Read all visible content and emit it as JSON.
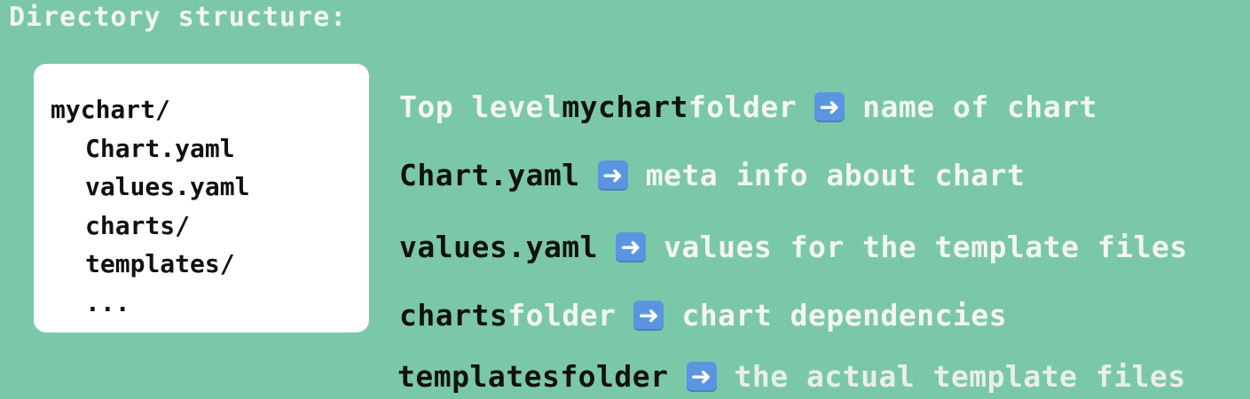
{
  "title": "Directory structure:",
  "tree": [
    {
      "text": "mychart/",
      "indent": false
    },
    {
      "text": "Chart.yaml",
      "indent": true
    },
    {
      "text": "values.yaml",
      "indent": true
    },
    {
      "text": "charts/",
      "indent": true
    },
    {
      "text": "templates/",
      "indent": true
    },
    {
      "text": "...",
      "indent": true
    }
  ],
  "rows": [
    {
      "parts": [
        "Top level ",
        "mychart",
        " folder"
      ],
      "desc": "name of chart"
    },
    {
      "parts": [
        "",
        "Chart.yaml",
        ""
      ],
      "desc": "meta info about chart"
    },
    {
      "parts": [
        "",
        "values.yaml",
        ""
      ],
      "desc": "values for the template files"
    },
    {
      "parts": [
        "",
        "charts",
        " folder"
      ],
      "desc": "chart dependencies"
    },
    {
      "parts": [
        "",
        "templates",
        " folder"
      ],
      "desc": "the actual template files"
    }
  ],
  "icons": {
    "arrow": "right-arrow-icon",
    "arrow_color": "#5b95e2"
  },
  "colors": {
    "background": "#7bc8a8",
    "box": "#ffffff",
    "light_text": "#f4f6f2",
    "dark_text": "#111111"
  }
}
